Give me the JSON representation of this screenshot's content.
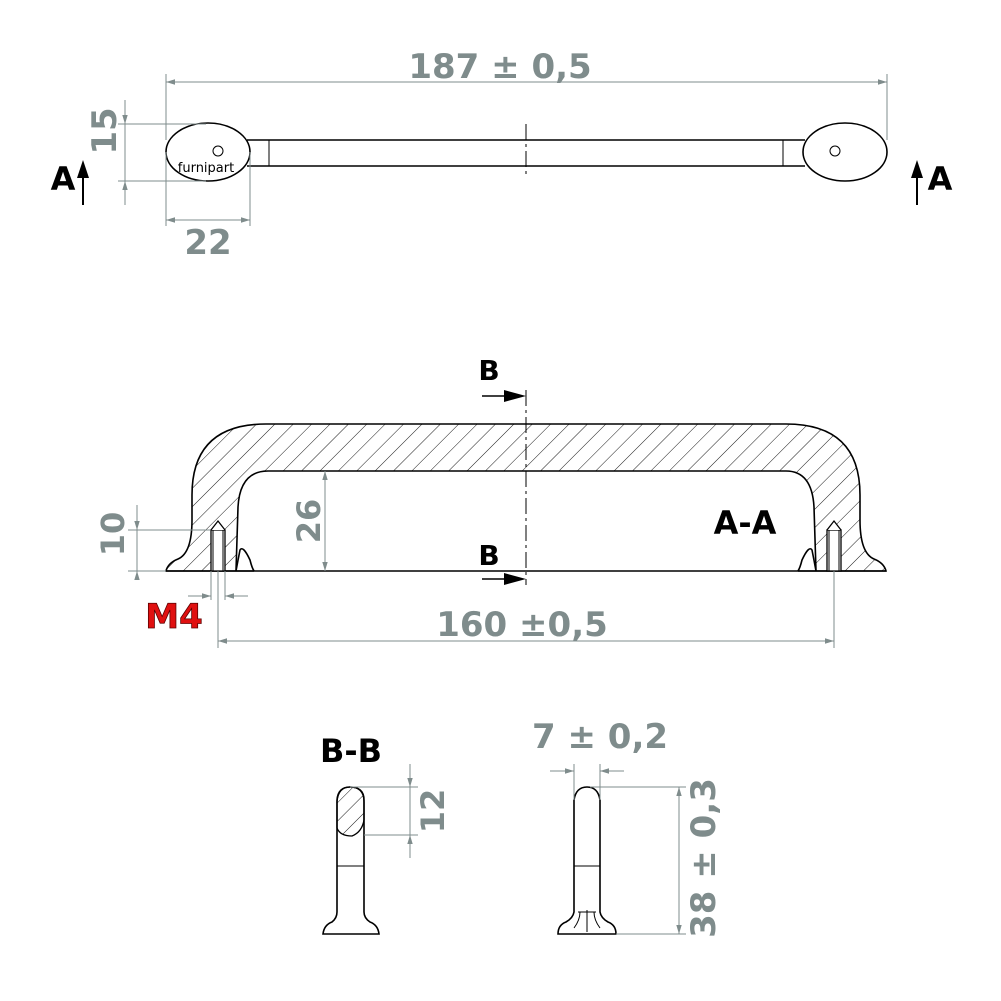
{
  "top_view": {
    "overall_length": "187 ± 0,5",
    "end_height": "15",
    "end_width": "22",
    "logo": "furnipart",
    "section_mark_left": "A",
    "section_mark_right": "A"
  },
  "section_aa": {
    "view_label": "A-A",
    "cut_mark_top": "B",
    "cut_mark_bottom": "B",
    "foot_height": "10",
    "inner_height": "26",
    "thread": "M4",
    "hole_spacing": "160 ±0,5"
  },
  "section_bb": {
    "view_label": "B-B",
    "bar_height": "12",
    "bar_width": "7 ± 0,2",
    "total_height": "38 ± 0,3"
  },
  "colors": {
    "dimension": "#7f8c8c",
    "outline": "#000000",
    "thread_label": "#e01010"
  }
}
